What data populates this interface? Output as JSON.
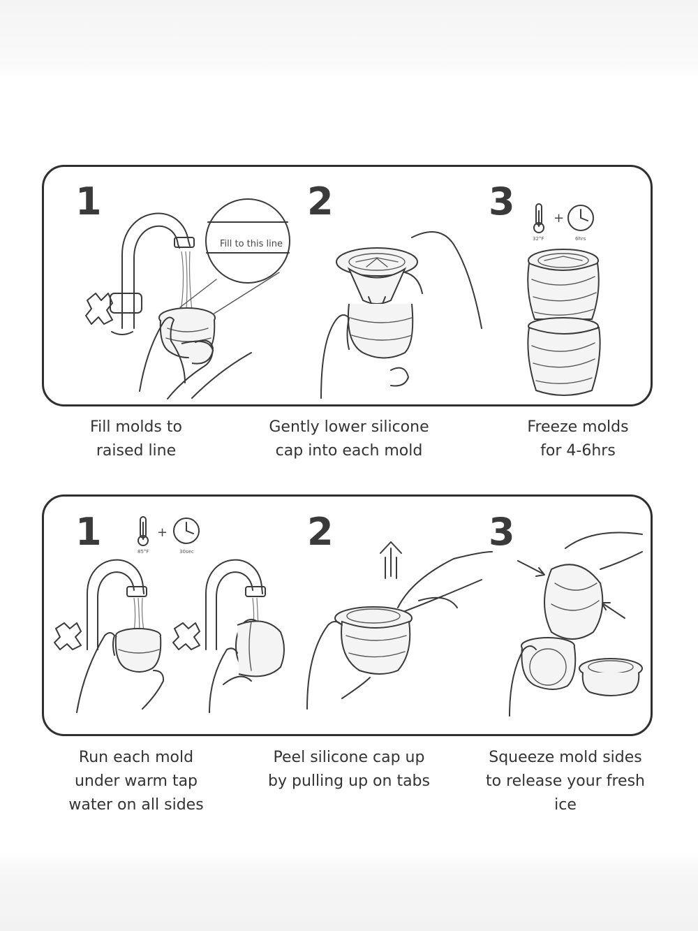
{
  "section_freeze": {
    "steps": [
      {
        "number": "1",
        "caption_lines": [
          "Fill molds to",
          "raised line"
        ],
        "callout": "Fill to this line"
      },
      {
        "number": "2",
        "caption_lines": [
          "Gently lower silicone",
          "cap into each mold"
        ]
      },
      {
        "number": "3",
        "caption_lines": [
          "Freeze molds",
          "for 4-6hrs"
        ],
        "temp": "32°F",
        "time": "6hrs"
      }
    ]
  },
  "section_release": {
    "steps": [
      {
        "number": "1",
        "caption_lines": [
          "Run each mold",
          "under warm tap",
          "water on all sides"
        ],
        "temp": "85°F",
        "time": "30sec"
      },
      {
        "number": "2",
        "caption_lines": [
          "Peel silicone cap up",
          "by pulling up on tabs"
        ]
      },
      {
        "number": "3",
        "caption_lines": [
          "Squeeze mold sides",
          "to release your fresh",
          "ice"
        ]
      }
    ]
  },
  "icons": [
    "thermometer-icon",
    "clock-icon",
    "plus-icon",
    "arrow-up-icon",
    "arrow-squeeze-icon",
    "faucet-icon",
    "hand-icon",
    "mold-icon"
  ]
}
